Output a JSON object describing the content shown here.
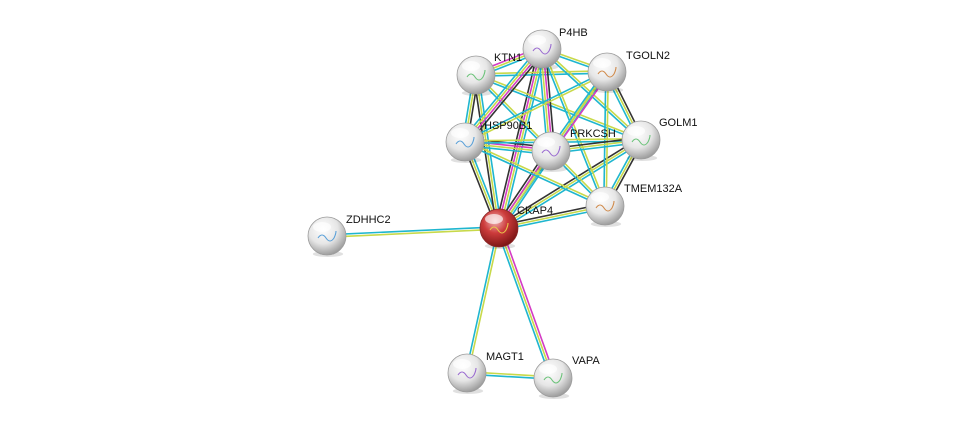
{
  "network": {
    "query_node": "CKAP4",
    "nodes": [
      {
        "id": "CKAP4",
        "label": "CKAP4",
        "query": true
      },
      {
        "id": "P4HB",
        "label": "P4HB"
      },
      {
        "id": "KTN1",
        "label": "KTN1"
      },
      {
        "id": "TGOLN2",
        "label": "TGOLN2"
      },
      {
        "id": "HSP90B1",
        "label": "HSP90B1"
      },
      {
        "id": "PRKCSH",
        "label": "PRKCSH"
      },
      {
        "id": "GOLM1",
        "label": "GOLM1"
      },
      {
        "id": "TMEM132A",
        "label": "TMEM132A"
      },
      {
        "id": "ZDHHC2",
        "label": "ZDHHC2"
      },
      {
        "id": "MAGT1",
        "label": "MAGT1"
      },
      {
        "id": "VAPA",
        "label": "VAPA"
      }
    ],
    "edge_colors": {
      "textmining": "#c8d94a",
      "database": "#1fb6cf",
      "experiment": "#d43cc4",
      "coexpression": "#333333",
      "homology": "#3a62d9"
    },
    "edges": [
      {
        "source": "CKAP4",
        "target": "ZDHHC2",
        "evidence": [
          "textmining",
          "database"
        ]
      },
      {
        "source": "CKAP4",
        "target": "MAGT1",
        "evidence": [
          "textmining",
          "database"
        ]
      },
      {
        "source": "CKAP4",
        "target": "VAPA",
        "evidence": [
          "experiment",
          "textmining",
          "database"
        ]
      },
      {
        "source": "CKAP4",
        "target": "HSP90B1",
        "evidence": [
          "coexpression",
          "textmining",
          "database"
        ]
      },
      {
        "source": "CKAP4",
        "target": "KTN1",
        "evidence": [
          "coexpression",
          "textmining",
          "database"
        ]
      },
      {
        "source": "CKAP4",
        "target": "P4HB",
        "evidence": [
          "coexpression",
          "experiment",
          "textmining",
          "database"
        ]
      },
      {
        "source": "CKAP4",
        "target": "TGOLN2",
        "evidence": [
          "textmining",
          "database"
        ]
      },
      {
        "source": "CKAP4",
        "target": "PRKCSH",
        "evidence": [
          "coexpression",
          "experiment",
          "textmining",
          "database"
        ]
      },
      {
        "source": "CKAP4",
        "target": "GOLM1",
        "evidence": [
          "coexpression",
          "textmining",
          "database"
        ]
      },
      {
        "source": "CKAP4",
        "target": "TMEM132A",
        "evidence": [
          "coexpression",
          "textmining",
          "database"
        ]
      },
      {
        "source": "MAGT1",
        "target": "VAPA",
        "evidence": [
          "textmining",
          "database"
        ]
      },
      {
        "source": "KTN1",
        "target": "P4HB",
        "evidence": [
          "experiment",
          "textmining",
          "database"
        ]
      },
      {
        "source": "KTN1",
        "target": "TGOLN2",
        "evidence": [
          "textmining",
          "database"
        ]
      },
      {
        "source": "KTN1",
        "target": "HSP90B1",
        "evidence": [
          "coexpression",
          "textmining",
          "database"
        ]
      },
      {
        "source": "KTN1",
        "target": "PRKCSH",
        "evidence": [
          "textmining",
          "database"
        ]
      },
      {
        "source": "KTN1",
        "target": "GOLM1",
        "evidence": [
          "textmining",
          "database"
        ]
      },
      {
        "source": "P4HB",
        "target": "TGOLN2",
        "evidence": [
          "textmining",
          "database"
        ]
      },
      {
        "source": "P4HB",
        "target": "HSP90B1",
        "evidence": [
          "coexpression",
          "experiment",
          "textmining",
          "database"
        ]
      },
      {
        "source": "P4HB",
        "target": "PRKCSH",
        "evidence": [
          "coexpression",
          "experiment",
          "textmining",
          "database"
        ]
      },
      {
        "source": "P4HB",
        "target": "GOLM1",
        "evidence": [
          "textmining",
          "database"
        ]
      },
      {
        "source": "P4HB",
        "target": "TMEM132A",
        "evidence": [
          "textmining",
          "database"
        ]
      },
      {
        "source": "TGOLN2",
        "target": "HSP90B1",
        "evidence": [
          "textmining",
          "database"
        ]
      },
      {
        "source": "TGOLN2",
        "target": "PRKCSH",
        "evidence": [
          "experiment",
          "textmining",
          "database"
        ]
      },
      {
        "source": "TGOLN2",
        "target": "GOLM1",
        "evidence": [
          "coexpression",
          "textmining",
          "database"
        ]
      },
      {
        "source": "TGOLN2",
        "target": "TMEM132A",
        "evidence": [
          "textmining",
          "database"
        ]
      },
      {
        "source": "HSP90B1",
        "target": "PRKCSH",
        "evidence": [
          "coexpression",
          "experiment",
          "textmining",
          "database"
        ]
      },
      {
        "source": "HSP90B1",
        "target": "GOLM1",
        "evidence": [
          "textmining",
          "database"
        ]
      },
      {
        "source": "HSP90B1",
        "target": "TMEM132A",
        "evidence": [
          "textmining",
          "database"
        ]
      },
      {
        "source": "PRKCSH",
        "target": "GOLM1",
        "evidence": [
          "coexpression",
          "textmining",
          "database"
        ]
      },
      {
        "source": "PRKCSH",
        "target": "TMEM132A",
        "evidence": [
          "textmining",
          "database"
        ]
      },
      {
        "source": "GOLM1",
        "target": "TMEM132A",
        "evidence": [
          "coexpression",
          "textmining",
          "database"
        ]
      }
    ]
  }
}
